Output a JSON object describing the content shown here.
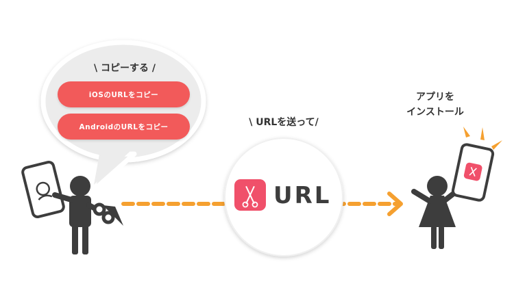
{
  "bubble": {
    "title": "\\ コピーする /",
    "ios_button": "iOSのURLをコピー",
    "android_button": "AndroidのURLをコピー"
  },
  "send": {
    "title": "\\ URLを送って/",
    "url_text": "URL"
  },
  "install": {
    "line1": "アプリを",
    "line2": "インストール"
  },
  "colors": {
    "accent": "#f25a5a",
    "arrow": "#f5a030",
    "figure": "#3d3d3d",
    "bubble_fill": "#ececec"
  }
}
